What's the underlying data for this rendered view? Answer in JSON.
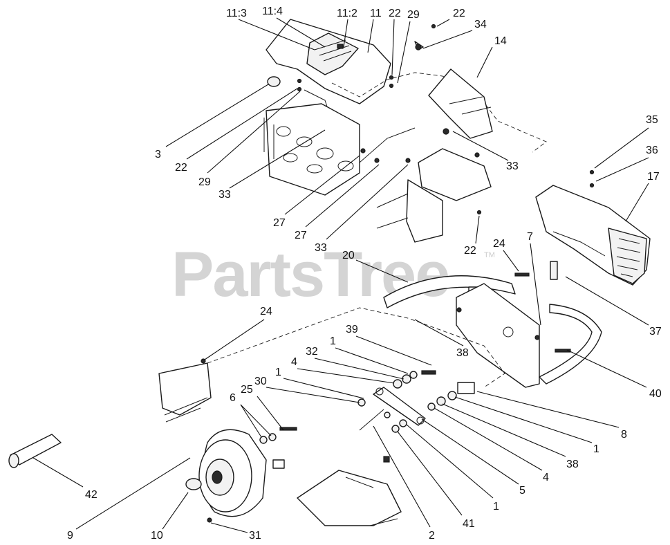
{
  "watermark": {
    "text": "PartsTree",
    "trademark": "TM"
  },
  "callouts": [
    {
      "id": "c-11-3",
      "label": "11:3"
    },
    {
      "id": "c-11-4",
      "label": "11:4"
    },
    {
      "id": "c-11-2",
      "label": "11:2"
    },
    {
      "id": "c-11",
      "label": "11"
    },
    {
      "id": "c-22-a",
      "label": "22"
    },
    {
      "id": "c-29-a",
      "label": "29"
    },
    {
      "id": "c-22-b",
      "label": "22"
    },
    {
      "id": "c-34",
      "label": "34"
    },
    {
      "id": "c-14",
      "label": "14"
    },
    {
      "id": "c-3",
      "label": "3"
    },
    {
      "id": "c-22-c",
      "label": "22"
    },
    {
      "id": "c-29-b",
      "label": "29"
    },
    {
      "id": "c-33-a",
      "label": "33"
    },
    {
      "id": "c-33-b",
      "label": "33"
    },
    {
      "id": "c-27-a",
      "label": "27"
    },
    {
      "id": "c-27-b",
      "label": "27"
    },
    {
      "id": "c-33-c",
      "label": "33"
    },
    {
      "id": "c-22-d",
      "label": "22"
    },
    {
      "id": "c-35",
      "label": "35"
    },
    {
      "id": "c-36",
      "label": "36"
    },
    {
      "id": "c-17",
      "label": "17"
    },
    {
      "id": "c-37",
      "label": "37"
    },
    {
      "id": "c-20",
      "label": "20"
    },
    {
      "id": "c-24-a",
      "label": "24"
    },
    {
      "id": "c-7",
      "label": "7"
    },
    {
      "id": "c-24-b",
      "label": "24"
    },
    {
      "id": "c-39",
      "label": "39"
    },
    {
      "id": "c-1-a",
      "label": "1"
    },
    {
      "id": "c-38-a",
      "label": "38"
    },
    {
      "id": "c-32",
      "label": "32"
    },
    {
      "id": "c-4-a",
      "label": "4"
    },
    {
      "id": "c-1-b",
      "label": "1"
    },
    {
      "id": "c-30",
      "label": "30"
    },
    {
      "id": "c-25",
      "label": "25"
    },
    {
      "id": "c-6",
      "label": "6"
    },
    {
      "id": "c-40",
      "label": "40"
    },
    {
      "id": "c-8",
      "label": "8"
    },
    {
      "id": "c-1-c",
      "label": "1"
    },
    {
      "id": "c-38-b",
      "label": "38"
    },
    {
      "id": "c-4-b",
      "label": "4"
    },
    {
      "id": "c-5",
      "label": "5"
    },
    {
      "id": "c-1-d",
      "label": "1"
    },
    {
      "id": "c-41",
      "label": "41"
    },
    {
      "id": "c-2",
      "label": "2"
    },
    {
      "id": "c-42",
      "label": "42"
    },
    {
      "id": "c-9",
      "label": "9"
    },
    {
      "id": "c-10",
      "label": "10"
    },
    {
      "id": "c-31",
      "label": "31"
    }
  ]
}
